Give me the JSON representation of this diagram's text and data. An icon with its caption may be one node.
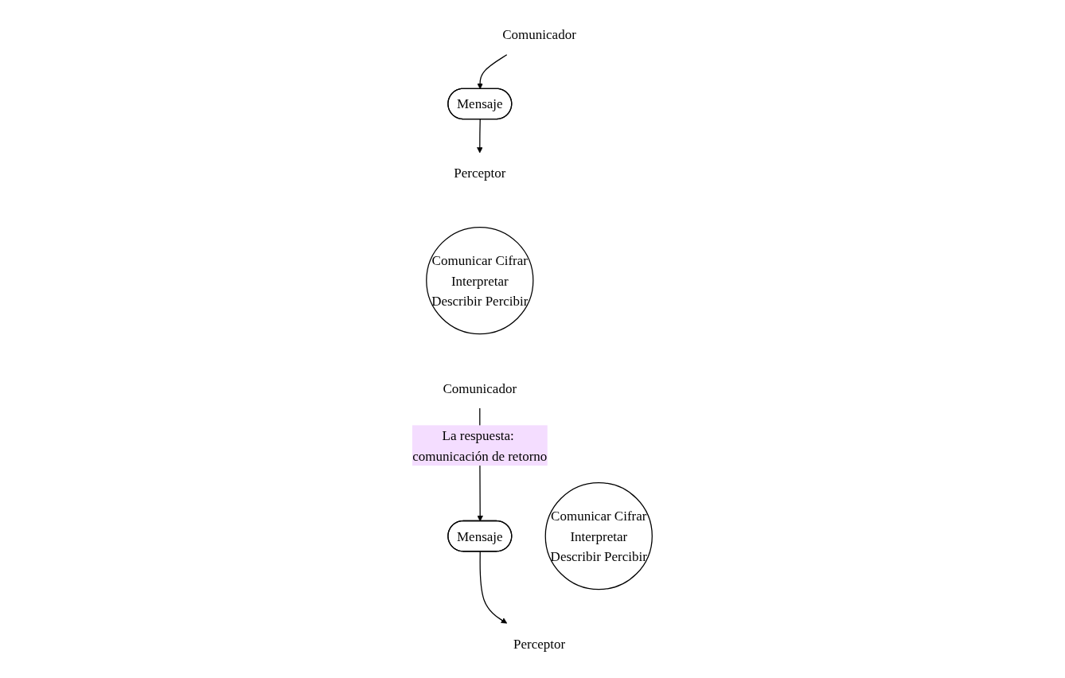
{
  "diagram": {
    "nodes": [
      {
        "text": [
          "Mensaje"
        ]
      },
      {
        "text": [
          "Comunicador"
        ]
      },
      {
        "text": [
          "Perceptor"
        ]
      },
      {
        "text": [
          "Comunicar Cifrar",
          "Interpretar",
          "Describir Percibir"
        ]
      },
      {
        "text": [
          "Comunicar Cifrar",
          "Interpretar",
          "Describir Percibir"
        ]
      },
      {
        "text": [
          "Perceptor"
        ]
      },
      {
        "text": [
          "Mensaje"
        ]
      },
      {
        "text": [
          "Comunicador"
        ]
      }
    ],
    "edges": [
      {
        "from": 1,
        "to": 0,
        "arrow": "to"
      },
      {
        "from": 0,
        "to": 2,
        "arrow": "to"
      },
      {
        "from": 6,
        "to": 5,
        "arrow": "to"
      },
      {
        "from": 7,
        "to": 6,
        "label": "La respuesta: comunicación de retorno",
        "arrow": "to"
      }
    ]
  }
}
